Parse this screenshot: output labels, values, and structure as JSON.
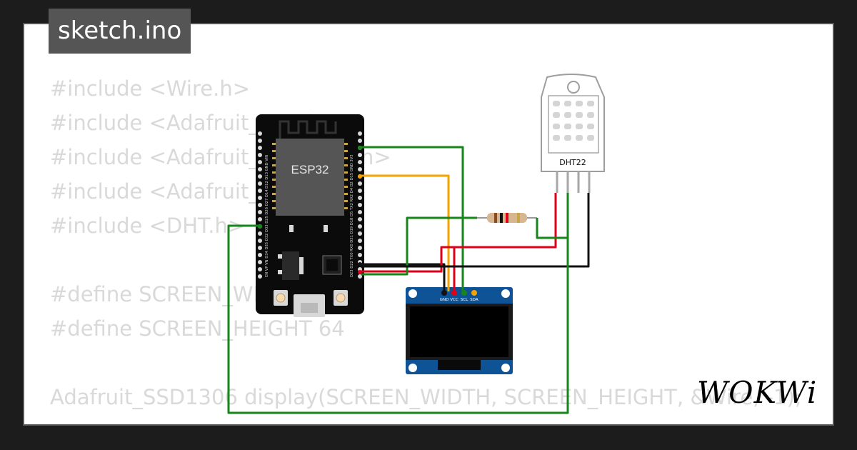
{
  "title": "sketch.ino",
  "code_lines": [
    "#include <Wire.h>",
    "#include <Adafruit_GFX.h>",
    "#include <Adafruit_SSD1306.h>",
    "#include <Adafruit_Sensor.h>",
    "#include <DHT.h>",
    "",
    "#define SCREEN_WIDTH 128",
    "#define SCREEN_HEIGHT 64",
    "",
    "Adafruit_SSD1306 display(SCREEN_WIDTH, SCREEN_HEIGHT, &Wire, -1);"
  ],
  "esp32": {
    "label": "ESP32",
    "left_pins": "EN VP VN D34 D35 D32 D33 D25 D26 D27 D14 D12 D13 GND VIN",
    "right_pins": "D23 D22 TX0 RX0 D21 D19 D18 D5 TX2 RX2 D4 D2 D15 GND 3V3"
  },
  "oled": {
    "pins": [
      "GND",
      "VCC",
      "SCL",
      "SDA"
    ]
  },
  "dht": {
    "label": "DHT22"
  },
  "brand": "WOKWi",
  "colors": {
    "background": "#1c1c1c",
    "card": "#ffffff",
    "title_tab": "#555555",
    "wire_green": "#17861a",
    "wire_orange": "#f5a300",
    "wire_red": "#e0001a",
    "wire_black": "#111111"
  }
}
